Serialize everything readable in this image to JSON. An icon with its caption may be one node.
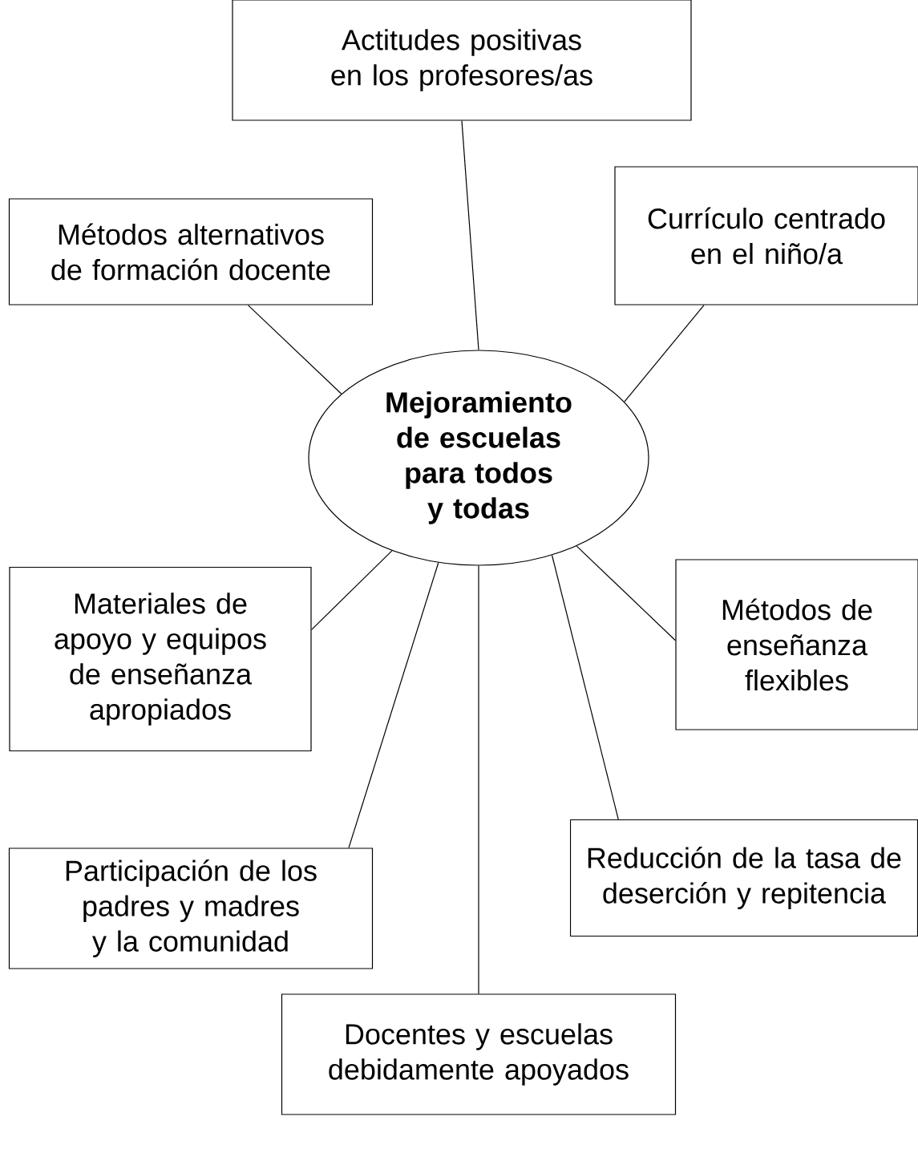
{
  "diagram": {
    "nodes": [
      {
        "text": [
          "Actitudes positivas en los profesores/as"
        ]
      },
      {
        "text": [
          "Métodos alternativos de formación docente"
        ]
      },
      {
        "text": [
          "Currículo centrado en el niño/a"
        ]
      },
      {
        "text": [
          "Mejoramiento de escuelas para todos y todas"
        ]
      },
      {
        "text": [
          "Materiales de apoyo y equipos de enseñanza apropiados"
        ]
      },
      {
        "text": [
          "Métodos de enseñanza flexibles"
        ]
      },
      {
        "text": [
          "Reducción de la tasa de deserción y repitencia"
        ]
      },
      {
        "text": [
          "Participación de los padres y madres y la comunidad"
        ]
      },
      {
        "text": [
          "Docentes y escuelas debidamente apoyados"
        ]
      }
    ],
    "edges": [
      {
        "from": 3,
        "to": 0,
        "arrow": "none"
      },
      {
        "from": 3,
        "to": 1,
        "arrow": "none"
      },
      {
        "from": 3,
        "to": 2,
        "arrow": "none"
      },
      {
        "from": 3,
        "to": 4,
        "arrow": "none"
      },
      {
        "from": 3,
        "to": 5,
        "arrow": "none"
      },
      {
        "from": 3,
        "to": 6,
        "arrow": "none"
      },
      {
        "from": 3,
        "to": 7,
        "arrow": "none"
      },
      {
        "from": 3,
        "to": 8,
        "arrow": "none"
      }
    ]
  }
}
